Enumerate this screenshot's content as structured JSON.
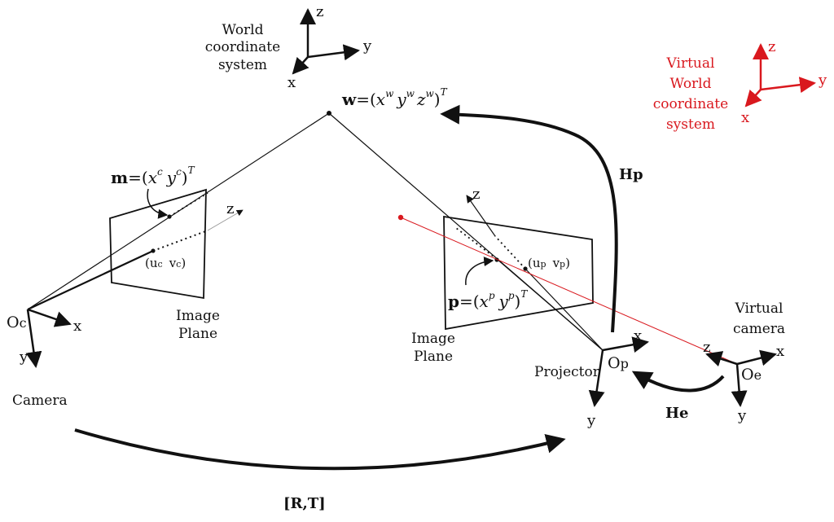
{
  "world_axes": {
    "title_lines": [
      "World",
      "coordinate",
      "system"
    ],
    "x": "x",
    "y": "y",
    "z": "z"
  },
  "virtual_world_axes": {
    "title_lines": [
      "Virtual",
      "World",
      "coordinate",
      "system"
    ],
    "x": "x",
    "y": "y",
    "z": "z",
    "color": "#d9181e"
  },
  "world_point": {
    "bold": "w",
    "eq": "=(",
    "v1": "x",
    "s1": "w",
    "v2": "y",
    "s2": "w",
    "v3": "z",
    "s3": "w",
    "close": ")",
    "sup": "T"
  },
  "camera_point": {
    "bold": "m",
    "eq": "=(",
    "v1": "x",
    "s1": "c",
    "v2": "y",
    "s2": "c",
    "close": ")",
    "sup": "T"
  },
  "projector_point": {
    "bold": "p",
    "eq": "=(",
    "v1": "x",
    "s1": "p",
    "v2": "y",
    "s2": "p",
    "close": ")",
    "sup": "T"
  },
  "camera": {
    "origin": "O",
    "origin_sub": "c",
    "x": "x",
    "y": "y",
    "z": "z",
    "label": "Camera",
    "principal": "(u",
    "principal_u": "c",
    "principal_v": "v",
    "principal_v_sub": "c",
    "principal_close": ")",
    "plane_lines": [
      "Image",
      "Plane"
    ]
  },
  "projector": {
    "origin": "O",
    "origin_sub": "p",
    "x": "x",
    "y": "y",
    "z": "z",
    "label": "Projector",
    "principal": "(u",
    "principal_u": "p",
    "principal_v": "v",
    "principal_v_sub": "p",
    "principal_close": ")",
    "plane_lines": [
      "Image",
      "Plane"
    ]
  },
  "virtual_camera": {
    "title_lines": [
      "Virtual",
      "camera"
    ],
    "origin": "O",
    "origin_sub": "e",
    "x": "x",
    "y": "y",
    "z": "z"
  },
  "transforms": {
    "hp": "Hp",
    "he": "He",
    "rt": "[R,T]"
  },
  "colors": {
    "ink": "#111111",
    "accent": "#d9181e"
  }
}
